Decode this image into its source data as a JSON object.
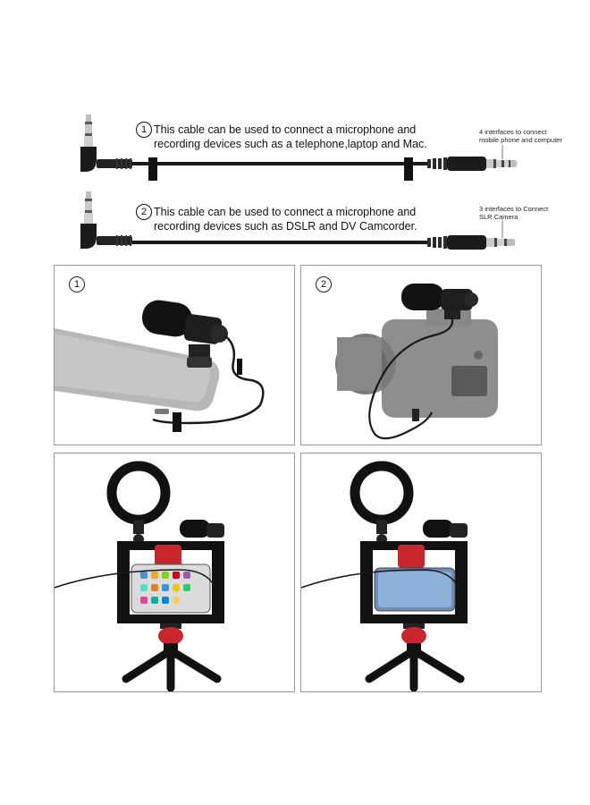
{
  "cables": [
    {
      "number": "1",
      "line1": "This cable can be used to connect a microphone and",
      "line2": "recording devices such as a telephone,laptop and Mac.",
      "note1": "4 interfaces to connect",
      "note2": "mobile phone and computer"
    },
    {
      "number": "2",
      "line1": "This cable can be used to connect a microphone and",
      "line2": "recording devices such as DSLR and DV Camcorder.",
      "note1": "3 interfaces to Connect",
      "note2": "SLR Camera"
    }
  ],
  "panels": [
    {
      "number": "1"
    },
    {
      "number": "2"
    }
  ],
  "colors": {
    "cable": "#1a1a1a",
    "metal": "#c9c9c9",
    "accent_red": "#c8262b",
    "phone_gray": "#b9b9b9",
    "camera_gray": "#8c8c8c"
  }
}
